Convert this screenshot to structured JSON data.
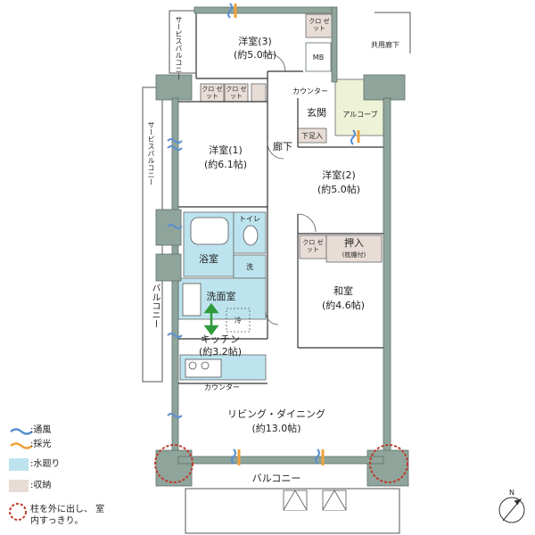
{
  "rooms": {
    "western3": {
      "name": "洋室(3)",
      "size": "(約5.0帖)"
    },
    "western1": {
      "name": "洋室(1)",
      "size": "(約6.1帖)"
    },
    "western2": {
      "name": "洋室(2)",
      "size": "(約5.0帖)"
    },
    "japanese": {
      "name": "和室",
      "size": "(約4.6帖)"
    },
    "kitchen": {
      "name": "キッチン",
      "size": "(約3.2帖)"
    },
    "living": {
      "name": "リビング・ダイニング",
      "size": "(約13.0帖)"
    },
    "corridor": "廊下",
    "entrance": "玄関",
    "alcove": "アルコーブ",
    "common_corridor": "共用廊下",
    "bath": "浴室",
    "toilet": "トイレ",
    "washroom": "洗面室",
    "washer": "洗",
    "fridge": "冷",
    "mb": "MB"
  },
  "storage": {
    "closet": "クロ ゼット",
    "shoe": "下足入",
    "oshiire": "押入",
    "oshiire_note": "(枕棚付)"
  },
  "counters": {
    "entry": "カウンター",
    "kitchen": "カウンター"
  },
  "balconies": {
    "service_top": "サービスバルコニー",
    "service_mid": "サービスバルコニー",
    "side": "バルコニー",
    "bottom": "バルコニー"
  },
  "legend": [
    {
      "key": "ventilation",
      "label": ":通風",
      "color": "#5b8fd1"
    },
    {
      "key": "daylight",
      "label": ":採光",
      "color": "#f0a23a"
    },
    {
      "key": "water",
      "label": ":水廻り",
      "color": "#bde4ee"
    },
    {
      "key": "storage",
      "label": ":収納",
      "color": "#e8ddd6"
    },
    {
      "key": "pillar",
      "label": "柱を外に出し、 室内すっきり。",
      "color": "#c0392b"
    }
  ],
  "compass": {
    "label": "N"
  },
  "colors": {
    "wall": "#8fa59b",
    "water": "#bde4ee",
    "storage": "#e8ddd6",
    "alcove": "#eef2d6",
    "vent": "#5b8fd1",
    "light": "#f0a23a",
    "pillar": "#c0392b",
    "arrow": "#2e9a3a"
  }
}
